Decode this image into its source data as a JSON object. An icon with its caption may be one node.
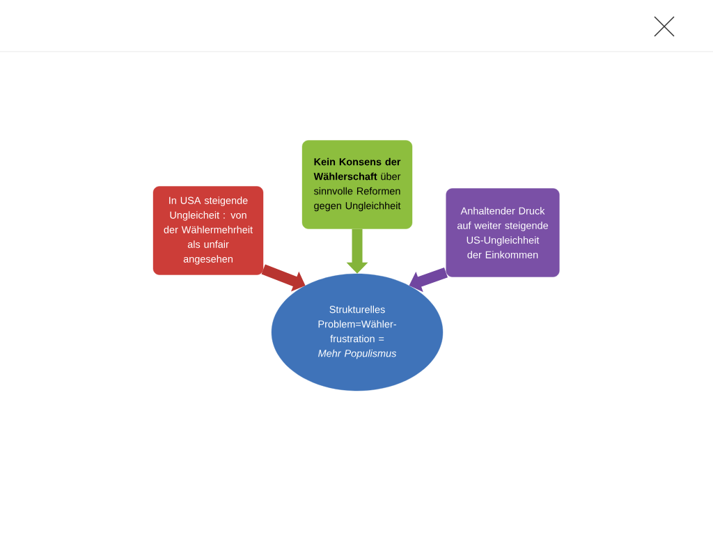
{
  "diagram": {
    "nodes": [
      {
        "text": [
          "In USA steigende Ungleicheit : von der Wählermehrheit als unfair angesehen"
        ]
      },
      {
        "text": [
          "**Kein Konsens der Wählerschaft** über sinnvolle Reformen gegen Ungleichheit"
        ]
      },
      {
        "text": [
          "Anhaltender Druck auf weiter steigende US-Ungleichheit der Einkommen"
        ]
      },
      {
        "text": [
          "Strukturelles Problem=Wähler-frustration = *Mehr Populismus*"
        ]
      }
    ],
    "edges": [
      {
        "from": 0,
        "to": 3,
        "arrow": "to",
        "color": "#b83430"
      },
      {
        "from": 1,
        "to": 3,
        "arrow": "to",
        "color": "#84b43a"
      },
      {
        "from": 2,
        "to": 3,
        "arrow": "to",
        "color": "#7146a0"
      }
    ]
  }
}
